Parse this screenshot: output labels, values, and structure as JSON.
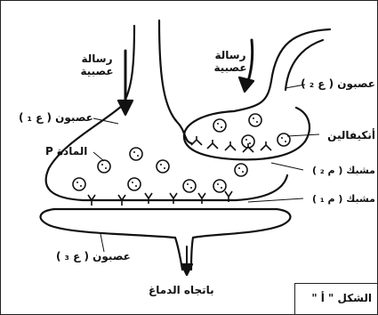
{
  "labels": {
    "message_left": "رسالة\nعصبية",
    "message_right": "رسالة\nعصبية",
    "neuron_2": "عصبون ( ع ₂ )",
    "neuron_1": "عصبون ( ع ₁ )",
    "substance_p": "المادة P",
    "enkephalin": "أنكيفالين",
    "synapse_2": "مشبك ( م ₂ )",
    "synapse_1": "مشبك ( م ₁ )",
    "neuron_3": "عصبون ( ع ₃ )",
    "to_brain": "باتجاه الدماغ",
    "figure": "الشكل \" أ \""
  }
}
